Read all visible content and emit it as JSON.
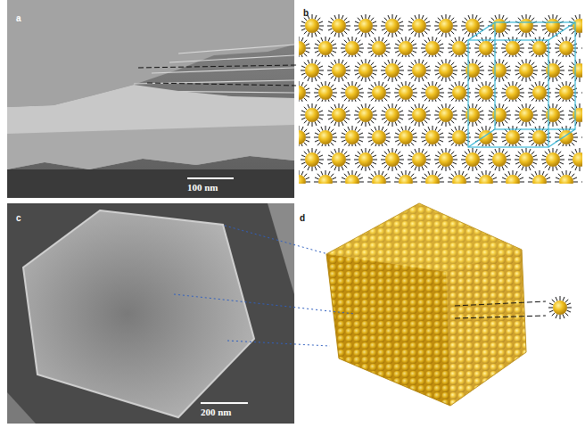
{
  "diagram": {
    "labels": [
      "a",
      "b",
      "c",
      "d",
      "100 nm",
      "200 nm"
    ]
  }
}
